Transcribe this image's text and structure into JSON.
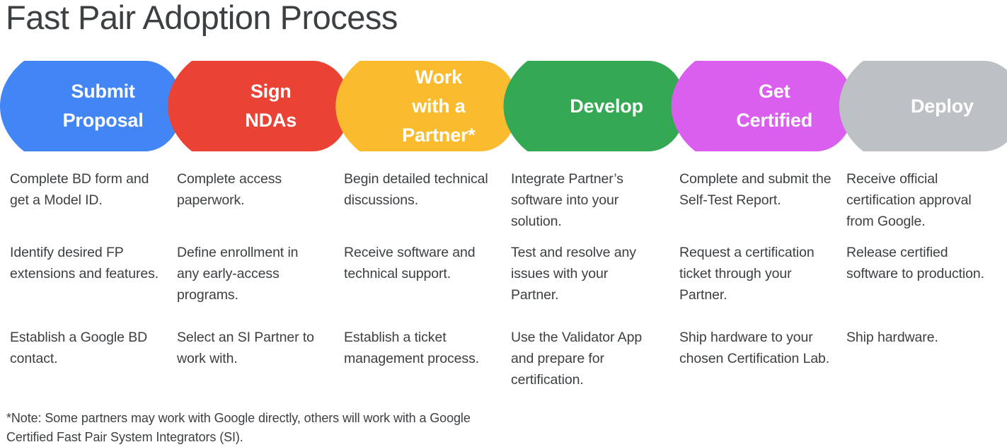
{
  "page": {
    "title": "Fast Pair Adoption Process",
    "background": "#ffffff",
    "text_color": "#3c4043"
  },
  "process": {
    "stages": [
      {
        "label": "Submit\nProposal",
        "color": "#4285F4",
        "label_color": "#ffffff"
      },
      {
        "label": "Sign\nNDAs",
        "color": "#EA4335",
        "label_color": "#ffffff"
      },
      {
        "label": "Work\nwith a\nPartner*",
        "color": "#FABC2E",
        "label_color": "#ffffff"
      },
      {
        "label": "Develop",
        "color": "#34A853",
        "label_color": "#ffffff"
      },
      {
        "label": "Get\nCertified",
        "color": "#DB5FEF",
        "label_color": "#ffffff"
      },
      {
        "label": "Deploy",
        "color": "#BDC1C6",
        "label_color": "#ffffff"
      }
    ]
  },
  "columns": [
    {
      "stage": "Submit Proposal",
      "items": [
        "Complete BD form and get a Model ID.",
        "Identify desired FP extensions and features.",
        "Establish a Google BD contact."
      ]
    },
    {
      "stage": "Sign NDAs",
      "items": [
        "Complete access paperwork.",
        "Define enrollment in any early-access programs.",
        "Select an SI Partner to work with."
      ]
    },
    {
      "stage": "Work with a Partner",
      "items": [
        "Begin detailed technical discussions.",
        "Receive software and technical support.",
        "Establish a ticket management process."
      ]
    },
    {
      "stage": "Develop",
      "items": [
        "Integrate Partner’s software into your solution.",
        "Test and resolve any issues with your Partner.",
        "Use the Validator App and prepare for certification."
      ]
    },
    {
      "stage": "Get Certified",
      "items": [
        "Complete and submit the Self-Test Report.",
        "Request a certification ticket through your Partner.",
        "Ship hardware to your chosen Certification Lab."
      ]
    },
    {
      "stage": "Deploy",
      "items": [
        "Receive official certification approval from Google.",
        "Release certified software to production.",
        "Ship hardware."
      ]
    }
  ],
  "footnote": "*Note: Some partners may work with Google directly, others will work with a Google Certified Fast Pair System Integrators (SI)."
}
